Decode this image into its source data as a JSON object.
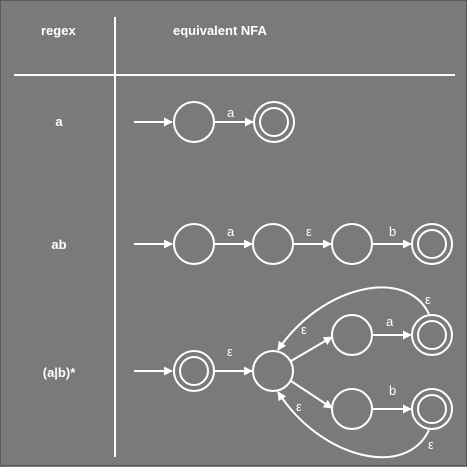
{
  "header": {
    "col_regex": "regex",
    "col_nfa": "equivalent NFA"
  },
  "rows": [
    {
      "regex": "a",
      "labels": [
        "a"
      ]
    },
    {
      "regex": "ab",
      "labels": [
        "a",
        "ε",
        "b"
      ]
    },
    {
      "regex": "(a|b)*",
      "labels": [
        "ε",
        "ε",
        "a",
        "ε",
        "ε",
        "b",
        "ε"
      ]
    }
  ],
  "colors": {
    "background": "#7a7a7a",
    "foreground": "#ffffff"
  }
}
